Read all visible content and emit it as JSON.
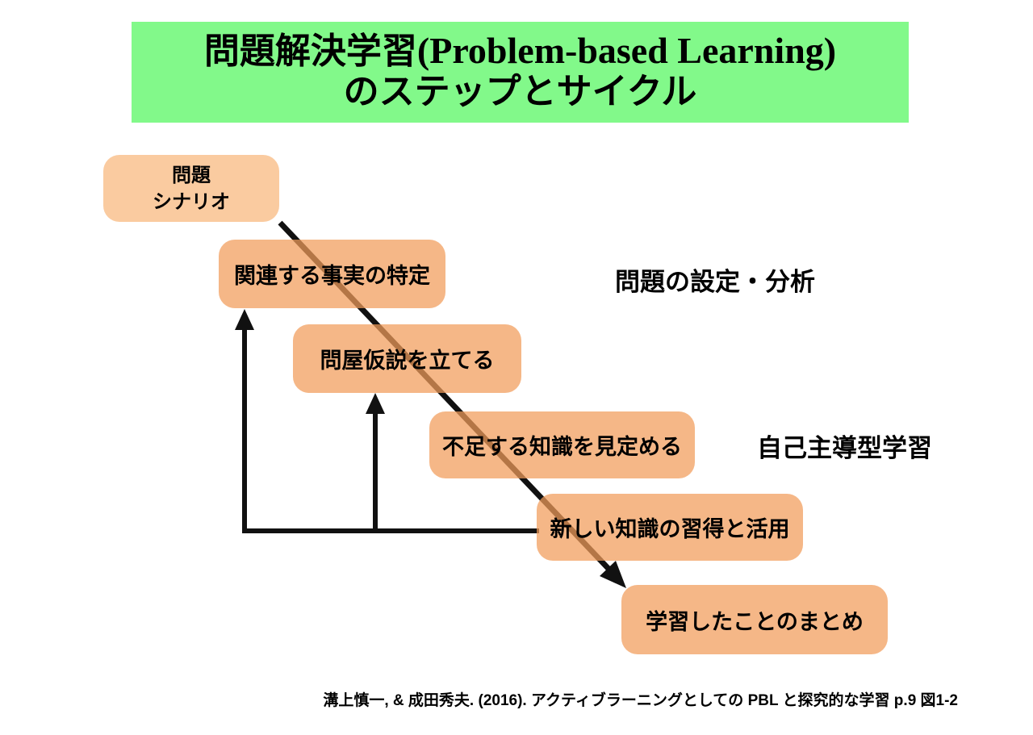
{
  "title": {
    "jp": "問題解決学習",
    "latin": "(Problem-based Learning)",
    "line2": "のステップとサイクル"
  },
  "steps": [
    {
      "id": "problem-scenario",
      "label": "問題\nシナリオ"
    },
    {
      "id": "identify-facts",
      "label": "関連する事実の特定"
    },
    {
      "id": "form-hypothesis",
      "label": "問屋仮説を立てる"
    },
    {
      "id": "identify-knowledge-gaps",
      "label": "不足する知識を見定める"
    },
    {
      "id": "acquire-apply-knowledge",
      "label": "新しい知識の習得と活用"
    },
    {
      "id": "summarize-learning",
      "label": "学習したことのまとめ"
    }
  ],
  "phase_labels": [
    {
      "text": "問題の設定・分析"
    },
    {
      "text": "自己主導型学習"
    }
  ],
  "citation": "溝上慎一, & 成田秀夫. (2016). アクティブラーニングとしての PBL と探究的な学習 p.9 図1-2",
  "colors": {
    "banner_green": "#82F98A",
    "first_box_peach": "#FACBA0",
    "step_box_orange": "rgba(241,156,90,0.73)",
    "arrow_black": "#111111",
    "text_black": "#000000"
  }
}
